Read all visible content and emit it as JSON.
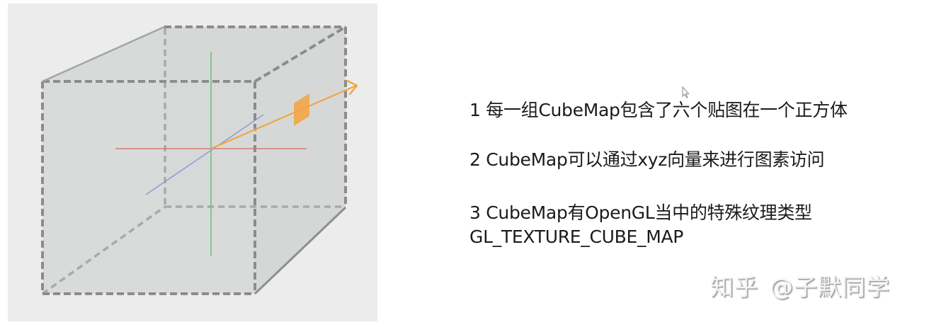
{
  "diagram": {
    "title": "CubeMap cube with xyz axes and direction vector",
    "colors": {
      "panel_bg": "#ebeceb",
      "face_fill": "#d7d9d8",
      "edge_dark": "#8b8d8c",
      "edge_light": "#a9abaa",
      "x_axis": "#d47a78",
      "y_axis": "#6cc27a",
      "z_axis": "#8b9fd6",
      "vector": "#f0a545"
    },
    "axes": [
      {
        "name": "x",
        "color": "red"
      },
      {
        "name": "y",
        "color": "green"
      },
      {
        "name": "z",
        "color": "blue"
      }
    ],
    "vector": {
      "label": "direction-vector",
      "color": "orange"
    }
  },
  "notes": {
    "item1": "1  每一组CubeMap包含了六个贴图在一个正方体",
    "item2": "2 CubeMap可以通过xyz向量来进行图素访问",
    "item3": "3 CubeMap有OpenGL当中的特殊纹理类型",
    "item3_code": "GL_TEXTURE_CUBE_MAP"
  },
  "watermark": {
    "platform": "知乎",
    "author": "@子默同学"
  }
}
